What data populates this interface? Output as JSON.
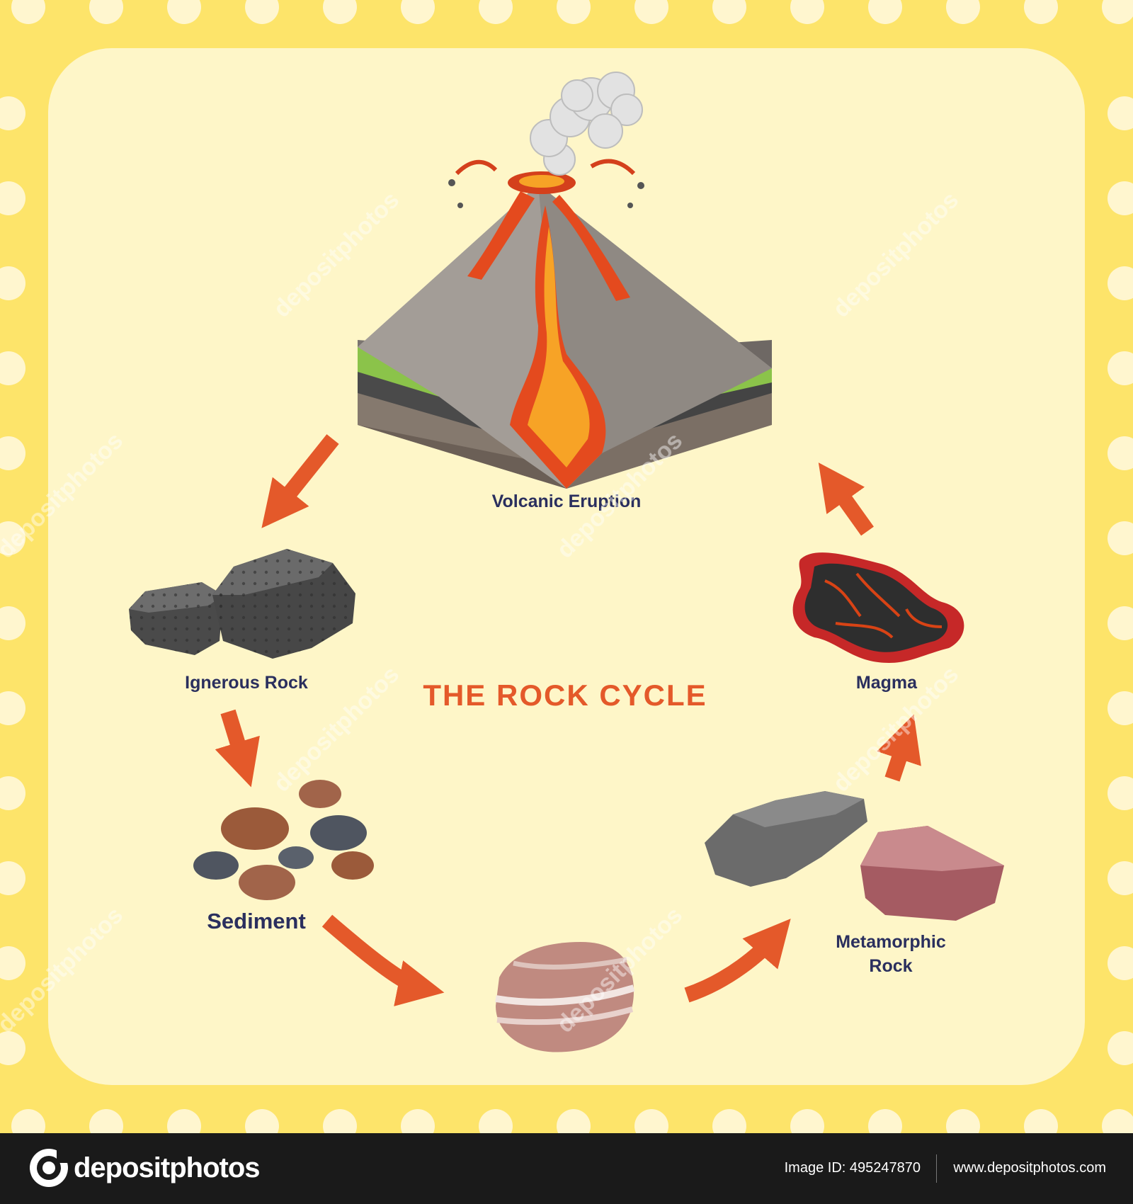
{
  "title": "THE ROCK CYCLE",
  "labels": {
    "volcano": "Volcanic Eruption",
    "igneous": "Ignerous Rock",
    "magma": "Magma",
    "sediment": "Sediment",
    "metamorphic_line1": "Metamorphic",
    "metamorphic_line2": "Rock"
  },
  "watermark": "depositphotos",
  "footer": {
    "logo_text": "depositphotos",
    "image_id": "Image ID: 495247870",
    "site": "www.depositphotos.com"
  },
  "colors": {
    "border": "#fde46a",
    "panel": "#fef6c8",
    "arrow": "#e4592a",
    "label": "#2a2f5e",
    "footer": "#1a1a1a"
  },
  "icons": [
    "volcano-icon",
    "igneous-rock-icon",
    "magma-icon",
    "sediment-icon",
    "sedimentary-rock-icon",
    "metamorphic-rock-icon"
  ]
}
